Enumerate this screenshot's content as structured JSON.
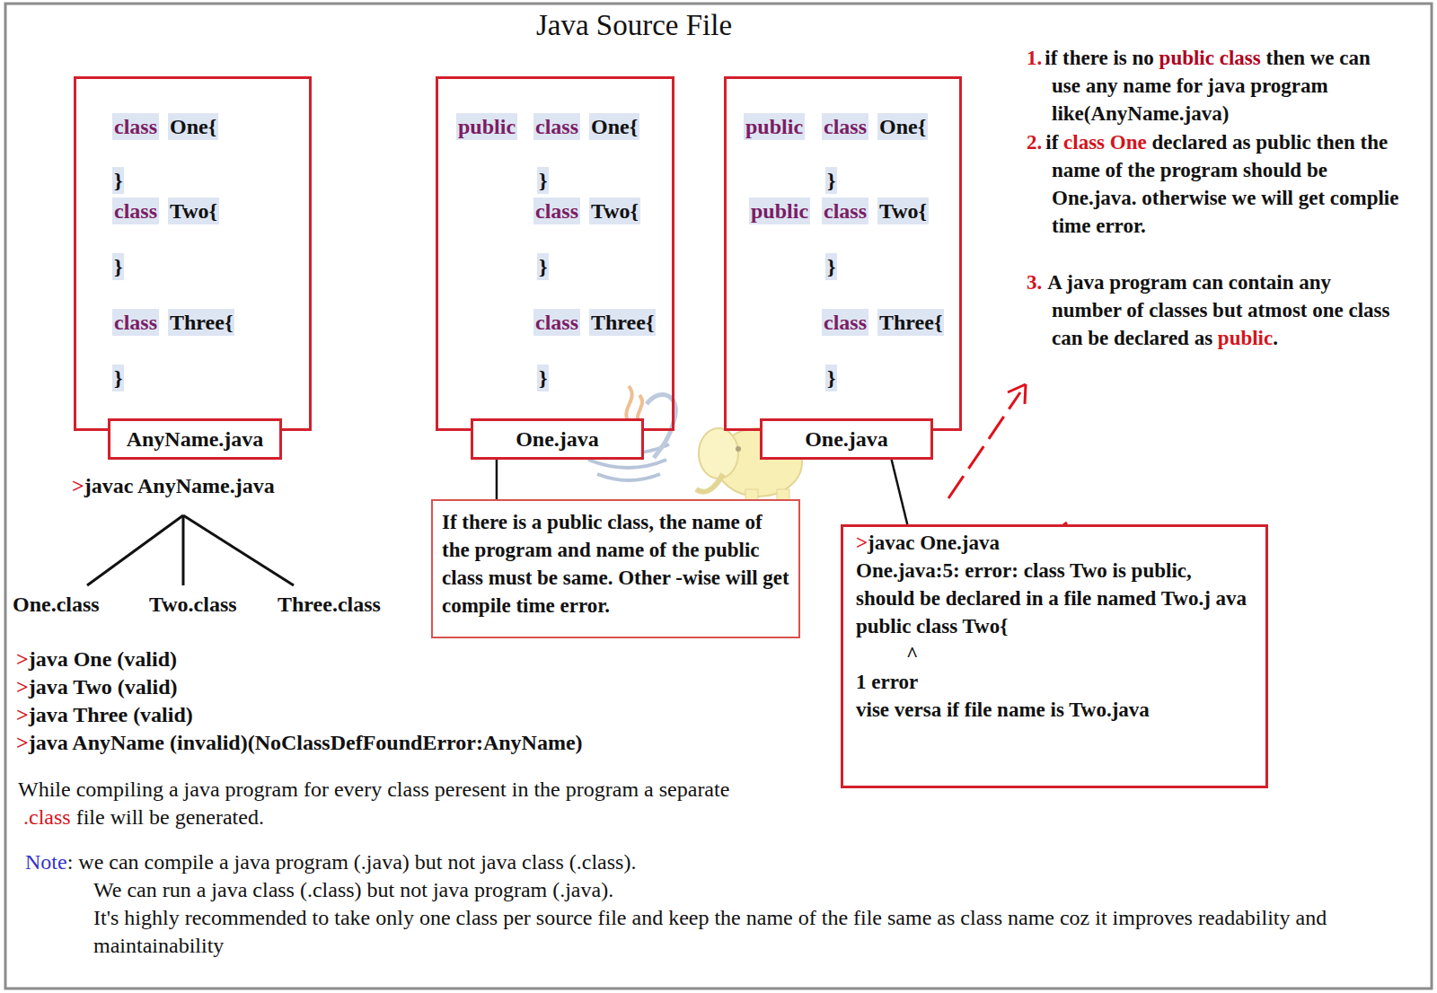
{
  "diagram": {
    "title": "Java Source File",
    "nodes": [
      {
        "text": [
          "class",
          "One{",
          "}",
          "class",
          "Two{",
          "}",
          "class",
          "Three{",
          "}"
        ]
      },
      {
        "text": [
          "AnyName.java"
        ]
      },
      {
        "text": [
          "public",
          "class",
          "One{",
          "}",
          "class",
          "Two{",
          "}",
          "class",
          "Three{",
          "}"
        ]
      },
      {
        "text": [
          "One.java"
        ]
      },
      {
        "text": [
          "public",
          "class",
          "One{",
          "}",
          "public",
          "class",
          "Two{",
          "}",
          "class",
          "Three{",
          "}"
        ]
      },
      {
        "text": [
          "One.java"
        ]
      },
      {
        "text": [
          "If there is a public class, the name of the program and name of the public class must be same. Other -wise will get compile time error."
        ]
      },
      {
        "text": [
          ">",
          "javac One.java",
          "One.java:5: error: class Two is public, should be declared in a file named Two.j ava",
          "public class Two{",
          "^",
          "1 error",
          "vise versa if file name is Two.java"
        ]
      }
    ],
    "edges": [
      {
        "from": 3,
        "to": 6,
        "arrow": "none"
      },
      {
        "from": 5,
        "to": 7,
        "arrow": "none"
      }
    ],
    "labels": [
      "1.",
      "if there is no",
      "public class",
      "then we can use any name for java program like(AnyName.java)",
      "2.",
      "if",
      "class One",
      "declared as public then the name of the program should be One.java. otherwise we will get complie time error.",
      "3.",
      "A java program can contain any number of classes but atmost one class can be declared as",
      "public",
      ".",
      ">",
      "javac AnyName.java",
      "One.class",
      "Two.class",
      "Three.class",
      ">",
      "java One (valid)",
      ">",
      "java Two (valid)",
      ">",
      "java Three (valid)",
      ">",
      "java AnyName (invalid)(NoClassDefFoundError:AnyName)",
      "While compiling a java program for every class peresent in the program a separate",
      ".class",
      "file will be generated.",
      "Note",
      ": we can compile a java program (.java) but not java class (.class).",
      "We can run a java class (.class) but not java program (.java).",
      "It's highly recommended to take only one class per source file and keep the name of the file same as class name coz it improves readability and maintainability"
    ]
  }
}
